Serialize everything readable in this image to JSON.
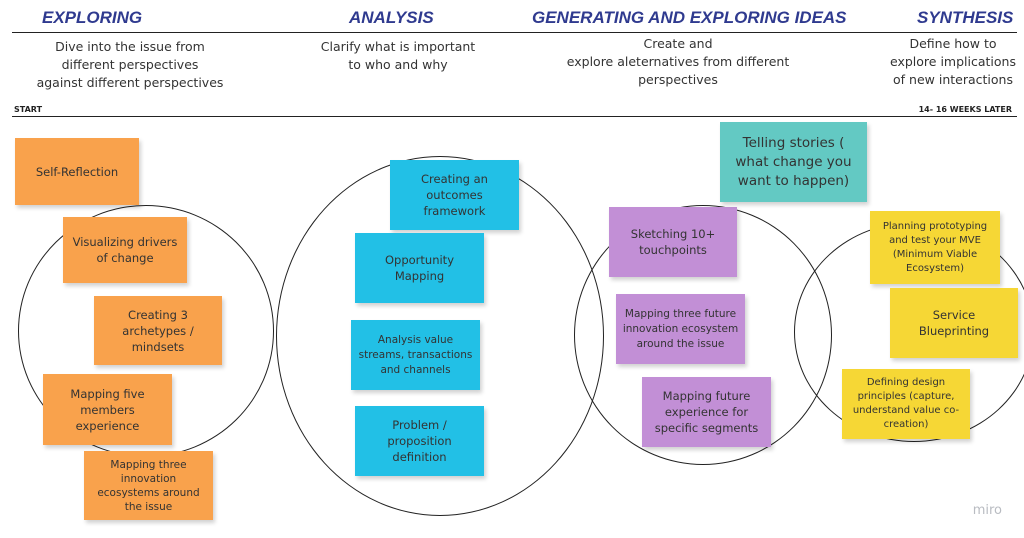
{
  "phases": [
    {
      "title": "EXPLORING",
      "lines": [
        "Dive into the issue from",
        "different perspectives",
        "against different perspectives"
      ]
    },
    {
      "title": "ANALYSIS",
      "lines": [
        "Clarify what is important",
        "to who and why"
      ]
    },
    {
      "title": "GENERATING AND EXPLORING IDEAS",
      "lines": [
        "Create and",
        "explore aleternatives from different",
        "perspectives"
      ]
    },
    {
      "title": "SYNTHESIS",
      "lines": [
        "Define how to",
        "explore implications",
        "of new interactions"
      ]
    }
  ],
  "timeline": {
    "start": "START",
    "end": "14- 16 WEEKS LATER"
  },
  "notes": {
    "orange": [
      "Self-Reflection",
      "Visualizing drivers of change",
      "Creating 3 archetypes / mindsets",
      "Mapping five members experience",
      "Mapping three innovation ecosystems around the issue"
    ],
    "blue": [
      "Creating an outcomes framework",
      "Opportunity Mapping",
      "Analysis value streams, transactions and channels",
      "Problem / proposition definition"
    ],
    "purple": [
      "Sketching 10+ touchpoints",
      "Mapping three future innovation ecosystem around the issue",
      "Mapping future experience for specific segments"
    ],
    "teal": [
      "Telling stories ( what change you want to happen)"
    ],
    "yellow": [
      "Planning prototyping and test your MVE (Minimum Viable Ecosystem)",
      "Service Blueprinting",
      "Defining design principles (capture, understand value co-creation)"
    ]
  },
  "colors": {
    "title": "#2f3a8f",
    "orange": "#f9a24c",
    "blue": "#22c0e6",
    "purple": "#c28fd6",
    "teal": "#63c9c3",
    "yellow": "#f6d735"
  },
  "watermark": "miro"
}
